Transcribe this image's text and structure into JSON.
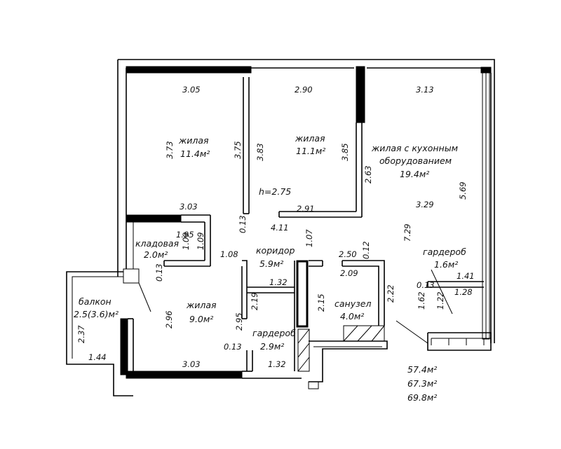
{
  "rooms": {
    "living1": {
      "name": "жилая",
      "area": "11.4м²"
    },
    "living2": {
      "name": "жилая",
      "area": "11.1м²"
    },
    "kitchen": {
      "name_line1": "жилая с кухонным",
      "name_line2": "оборудованием",
      "area": "19.4м²"
    },
    "storage": {
      "name": "кладовая",
      "area": "2.0м²"
    },
    "corridor": {
      "name": "коридор",
      "area": "5.9м²"
    },
    "wardrobe1": {
      "name": "гардероб",
      "area": "1.6м²"
    },
    "balcony": {
      "name": "балкон",
      "area": "2.5(3.6)м²"
    },
    "living3": {
      "name": "жилая",
      "area": "9.0м²"
    },
    "bathroom": {
      "name": "санузел",
      "area": "4.0м²"
    },
    "wardrobe2": {
      "name": "гардероб",
      "area": "2.9м²"
    }
  },
  "ceiling_height": "h=2.75",
  "dimensions": {
    "d_305": "3.05",
    "d_290": "2.90",
    "d_313": "3.13",
    "d_373": "3.73",
    "d_375": "3.75",
    "d_383": "3.83",
    "d_385": "3.85",
    "d_263": "2.63",
    "d_569": "5.69",
    "d_303_top": "3.03",
    "d_291": "2.91",
    "d_329": "3.29",
    "d_195": "1.95",
    "d_109a": "1.09",
    "d_109b": "1.09",
    "d_013_mid": "0.13",
    "d_411": "4.11",
    "d_107": "1.07",
    "d_729": "7.29",
    "d_108": "1.08",
    "d_250": "2.50",
    "d_012": "0.12",
    "d_209": "2.09",
    "d_013_left": "0.13",
    "d_132_top": "1.32",
    "d_141": "1.41",
    "d_013_right": "0.13",
    "d_128": "1.28",
    "d_222": "2.22",
    "d_162": "1.62",
    "d_122": "1.22",
    "d_296": "2.96",
    "d_295": "2.95",
    "d_219": "2.19",
    "d_215": "2.15",
    "d_237": "2.37",
    "d_013_bot": "0.13",
    "d_144": "1.44",
    "d_303_bot": "3.03",
    "d_132_bot": "1.32"
  },
  "totals": {
    "t1": "57.4м²",
    "t2": "67.3м²",
    "t3": "69.8м²"
  }
}
